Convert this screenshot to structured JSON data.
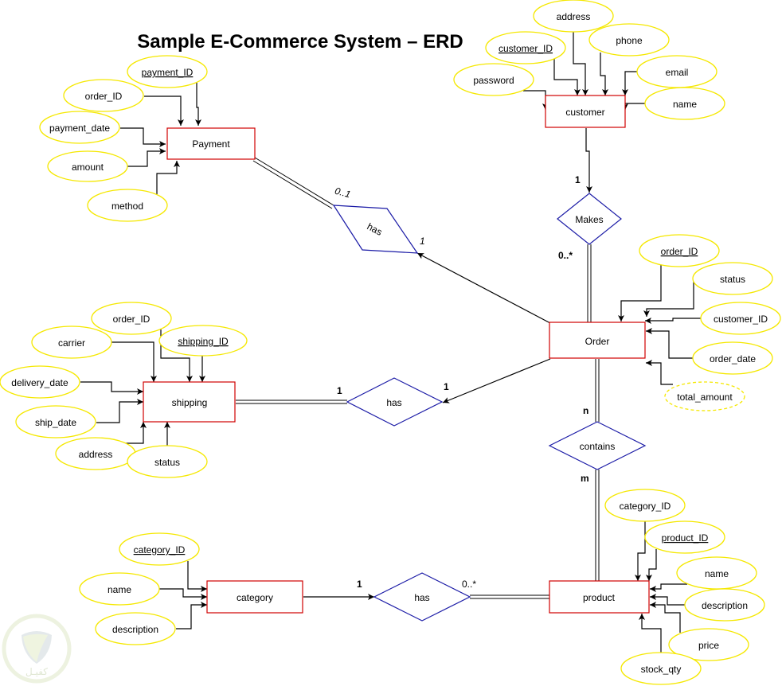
{
  "title": "Sample E-Commerce System – ERD",
  "colors": {
    "entity_border": "#d00000",
    "relationship_border": "#1a1aa6",
    "attribute_border": "#f5e800",
    "line": "#000000"
  },
  "entities": {
    "payment": "Payment",
    "customer": "customer",
    "order": "Order",
    "shipping": "shipping",
    "category": "category",
    "product": "product"
  },
  "relationships": {
    "payment_has": "has",
    "makes": "Makes",
    "shipping_has": "has",
    "contains": "contains",
    "category_has": "has"
  },
  "attributes": {
    "payment": {
      "payment_id": "payment_ID",
      "order_id": "order_ID",
      "payment_date": "payment_date",
      "amount": "amount",
      "method": "method"
    },
    "customer": {
      "address": "address",
      "customer_id": "customer_ID",
      "phone": "phone",
      "password": "password",
      "email": "email",
      "name": "name"
    },
    "order": {
      "order_id": "order_ID",
      "status": "status",
      "customer_id": "customer_ID",
      "order_date": "order_date",
      "total_amount": "total_amount"
    },
    "shipping": {
      "order_id": "order_ID",
      "carrier": "carrier",
      "shipping_id": "shipping_ID",
      "delivery_date": "delivery_date",
      "ship_date": "ship_date",
      "address": "address",
      "status": "status"
    },
    "category": {
      "category_id": "category_ID",
      "name": "name",
      "description": "description"
    },
    "product": {
      "category_id": "category_ID",
      "product_id": "product_ID",
      "name": "name",
      "description": "description",
      "price": "price",
      "stock_qty": "stock_qty"
    }
  },
  "cardinalities": {
    "payment_has_payment": "0..1",
    "payment_has_order": "1",
    "makes_customer": "1",
    "makes_order": "0..*",
    "shipping_has_shipping": "1",
    "shipping_has_order": "1",
    "contains_order": "n",
    "contains_product": "m",
    "category_has_category": "1",
    "category_has_product": "0..*"
  },
  "watermark": {
    "text": "كفيـل",
    "icon": "shield-leaf-logo"
  }
}
